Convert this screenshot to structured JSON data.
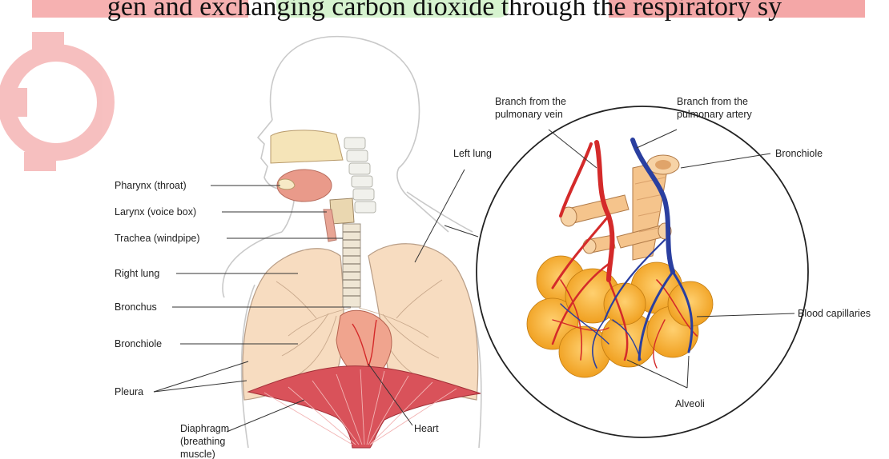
{
  "caption_fragment": "gen and exchanging carbon dioxide through the respiratory sy",
  "colors": {
    "watermark": "#f08c8c",
    "watermark_green": "#c9f0c0",
    "lung": "#f7dcc0",
    "artery": "#d42a2a",
    "vein": "#2a3fa0",
    "diaphragm": "#d9525a",
    "bronchiole": "#f5c48c"
  },
  "labels": {
    "pharynx": "Pharynx (throat)",
    "larynx": "Larynx (voice box)",
    "trachea": "Trachea (windpipe)",
    "right_lung": "Right lung",
    "bronchus": "Bronchus",
    "bronchiole_left": "Bronchiole",
    "pleura": "Pleura",
    "diaphragm_1": "Diaphragm",
    "diaphragm_2": "(breathing",
    "diaphragm_3": "muscle)",
    "heart": "Heart",
    "left_lung": "Left lung",
    "pulmonary_vein_1": "Branch from the",
    "pulmonary_vein_2": "pulmonary vein",
    "pulmonary_artery_1": "Branch from the",
    "pulmonary_artery_2": "pulmonary artery",
    "bronchiole_right": "Bronchiole",
    "blood_capillaries": "Blood capillaries",
    "alveoli": "Alveoli"
  }
}
